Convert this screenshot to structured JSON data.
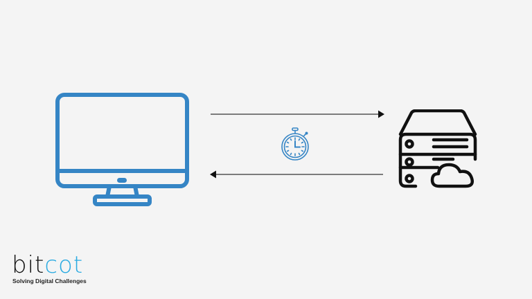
{
  "diagram": {
    "type": "client-server request/response latency",
    "nodes": [
      {
        "id": "client",
        "icon": "desktop-monitor-icon",
        "color": "#3585c5"
      },
      {
        "id": "server",
        "icon": "cloud-server-icon",
        "color": "#111111"
      }
    ],
    "edges": [
      {
        "from": "client",
        "to": "server",
        "direction": "right",
        "color": "#111111"
      },
      {
        "from": "server",
        "to": "client",
        "direction": "left",
        "color": "#111111"
      }
    ],
    "center_icon": {
      "icon": "stopwatch-icon",
      "color": "#3585c5"
    }
  },
  "logo": {
    "part1": "bit",
    "part2": "cot",
    "tagline": "Solving Digital Challenges",
    "color_dark": "#111111",
    "color_accent": "#29aae1"
  },
  "colors": {
    "background": "#f4f4f4",
    "accent_blue": "#3585c5"
  }
}
